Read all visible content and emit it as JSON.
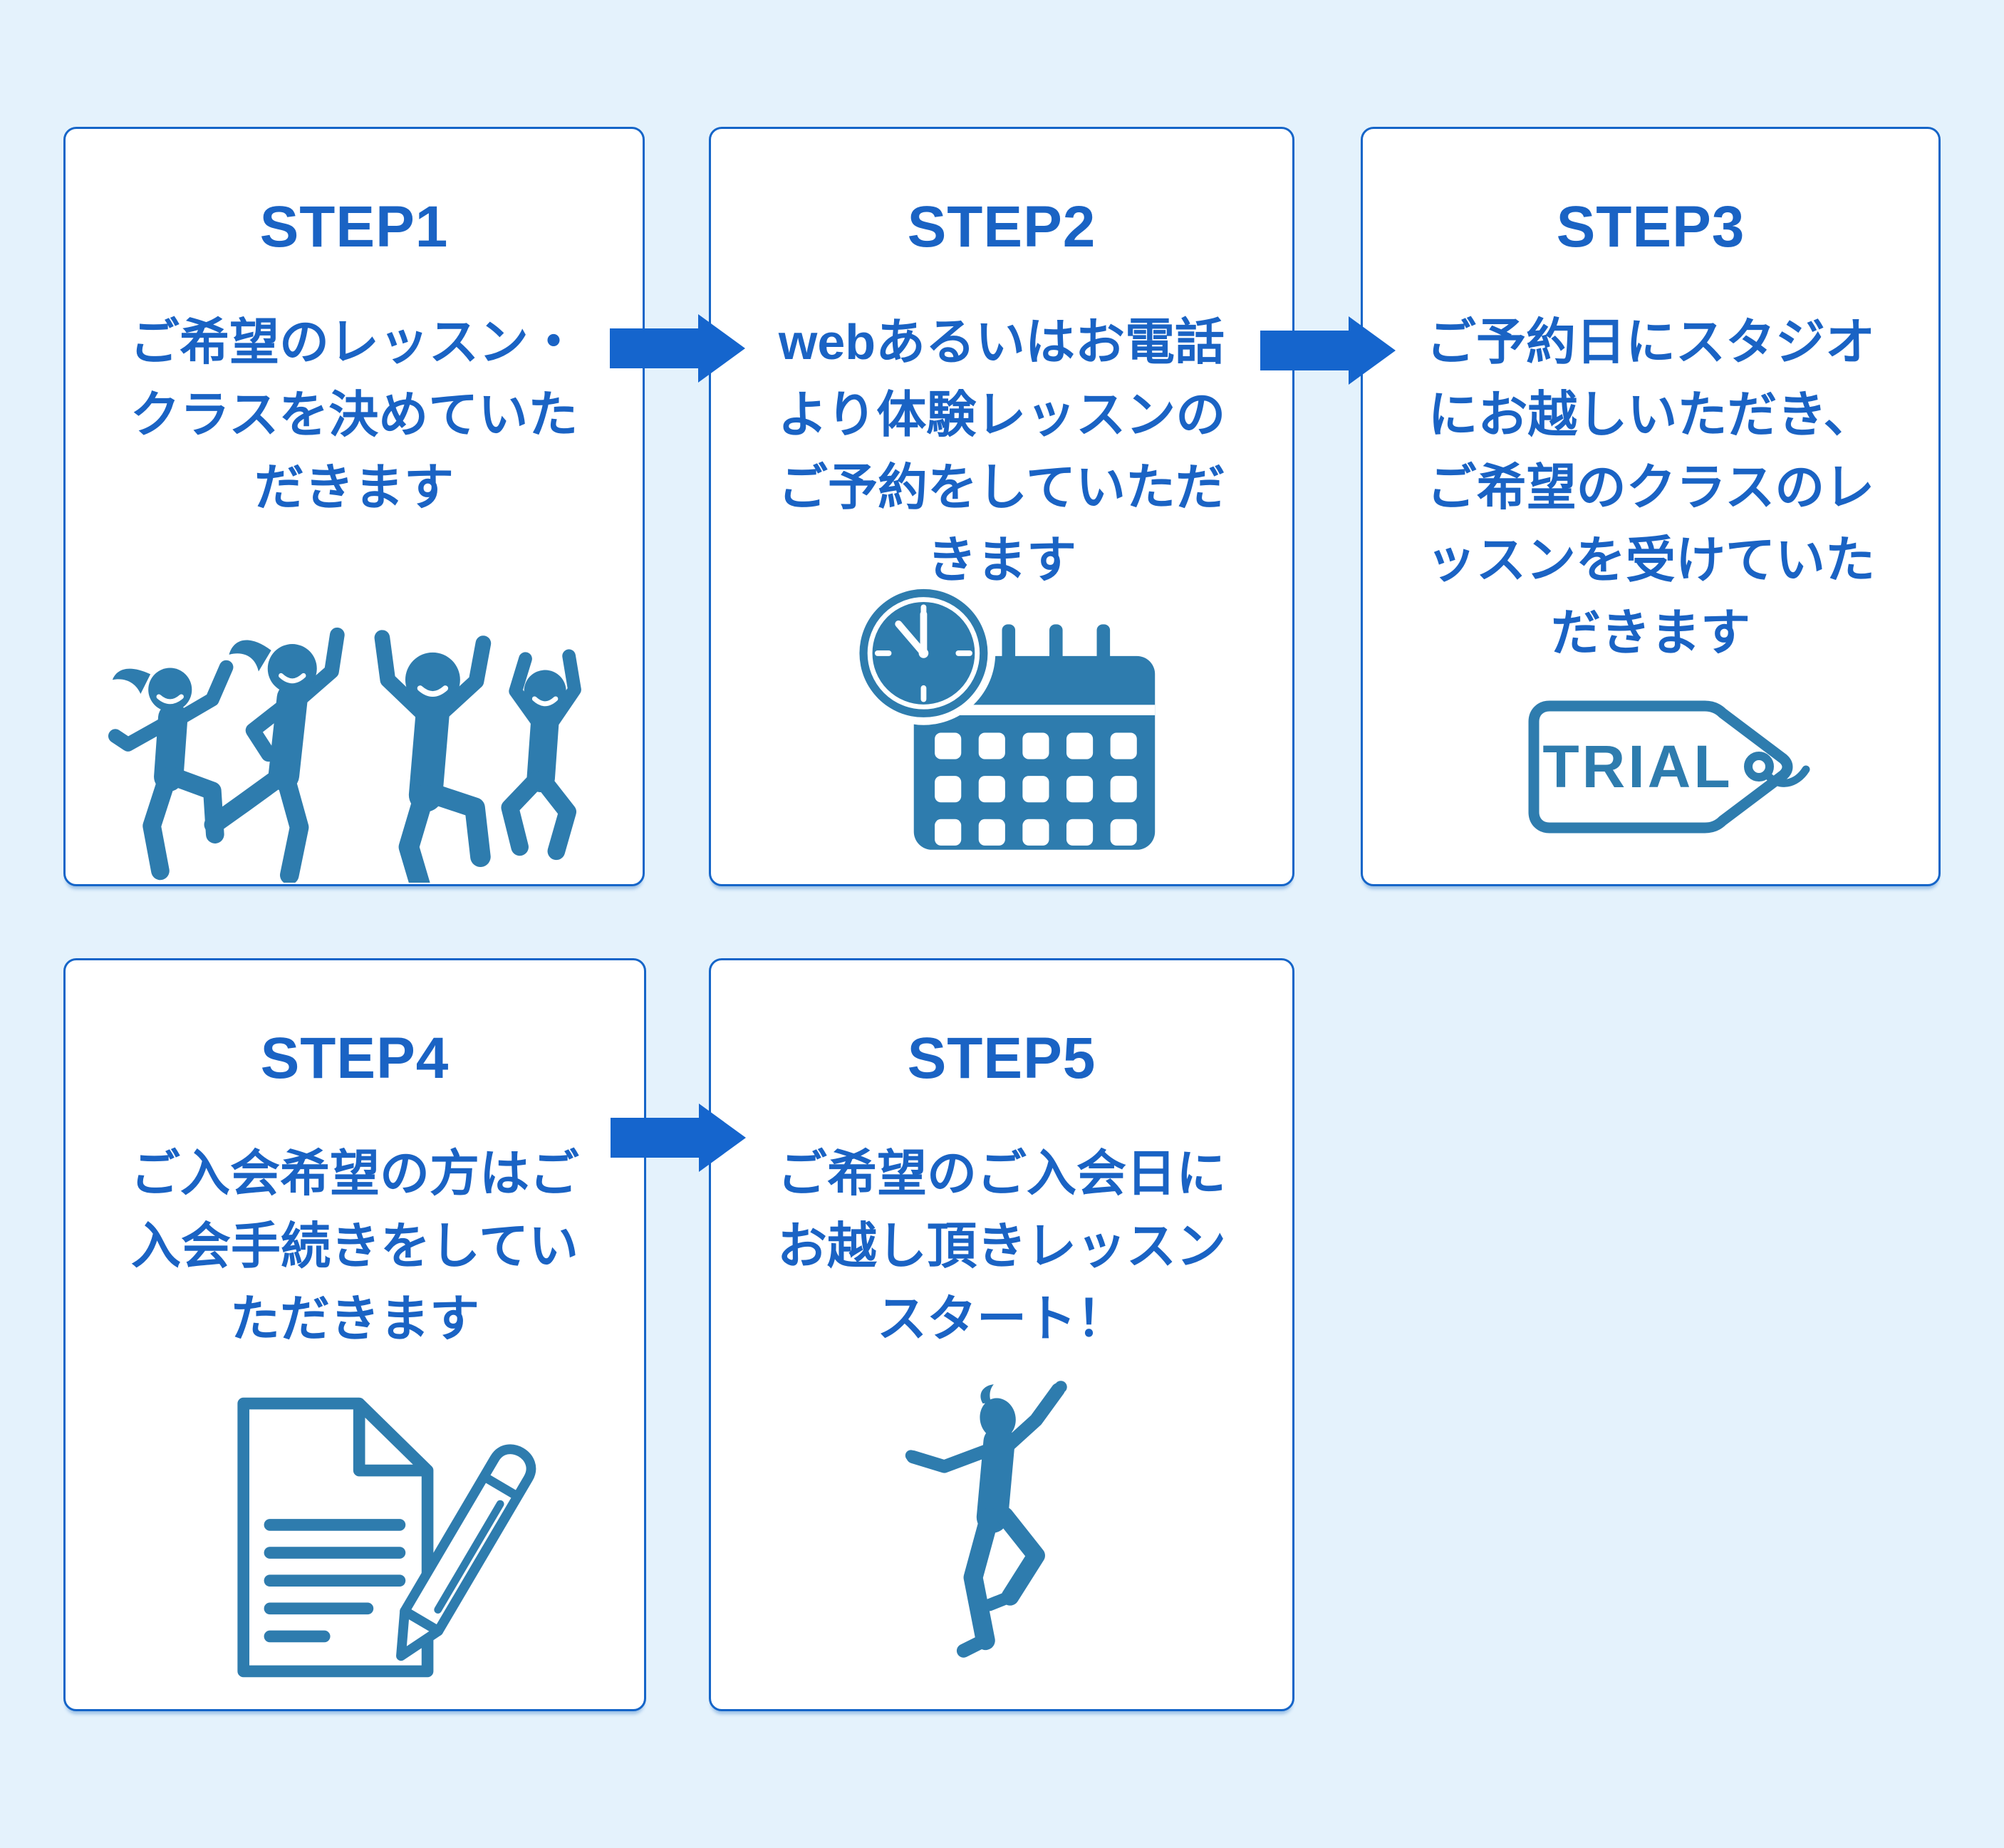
{
  "page": {
    "background": "#e4f2fc",
    "description": "5-step trial lesson flow diagram"
  },
  "palette": {
    "card_background": "#ffffff",
    "card_border": "#1565c8",
    "text_blue": "#1a63c4",
    "arrow_blue": "#1565cd",
    "icon_blue": "#2e7cae"
  },
  "steps": [
    {
      "title": "STEP1",
      "text": "ご希望のレッスン・\nクラスを決めていた\nだきます",
      "icon": "dancing-group-icon"
    },
    {
      "title": "STEP2",
      "text": "webあるいはお電話\nより体験レッスンの\nご予約をしていただ\nきます",
      "icon": "clock-calendar-icon"
    },
    {
      "title": "STEP3",
      "text": "ご予約日にスタジオ\nにお越しいただき、\nご希望のクラスのレ\nッスンを受けていた\nだきます",
      "icon": "trial-tag-icon",
      "tag_label": "TRIAL"
    },
    {
      "title": "STEP4",
      "text": "ご入会希望の方はご\n入会手続きをしてい\nただきます",
      "icon": "document-pencil-icon"
    },
    {
      "title": "STEP5",
      "text": "ご希望のご入会日に\nお越し頂きレッスン\nスタート！",
      "icon": "dancer-icon"
    }
  ]
}
